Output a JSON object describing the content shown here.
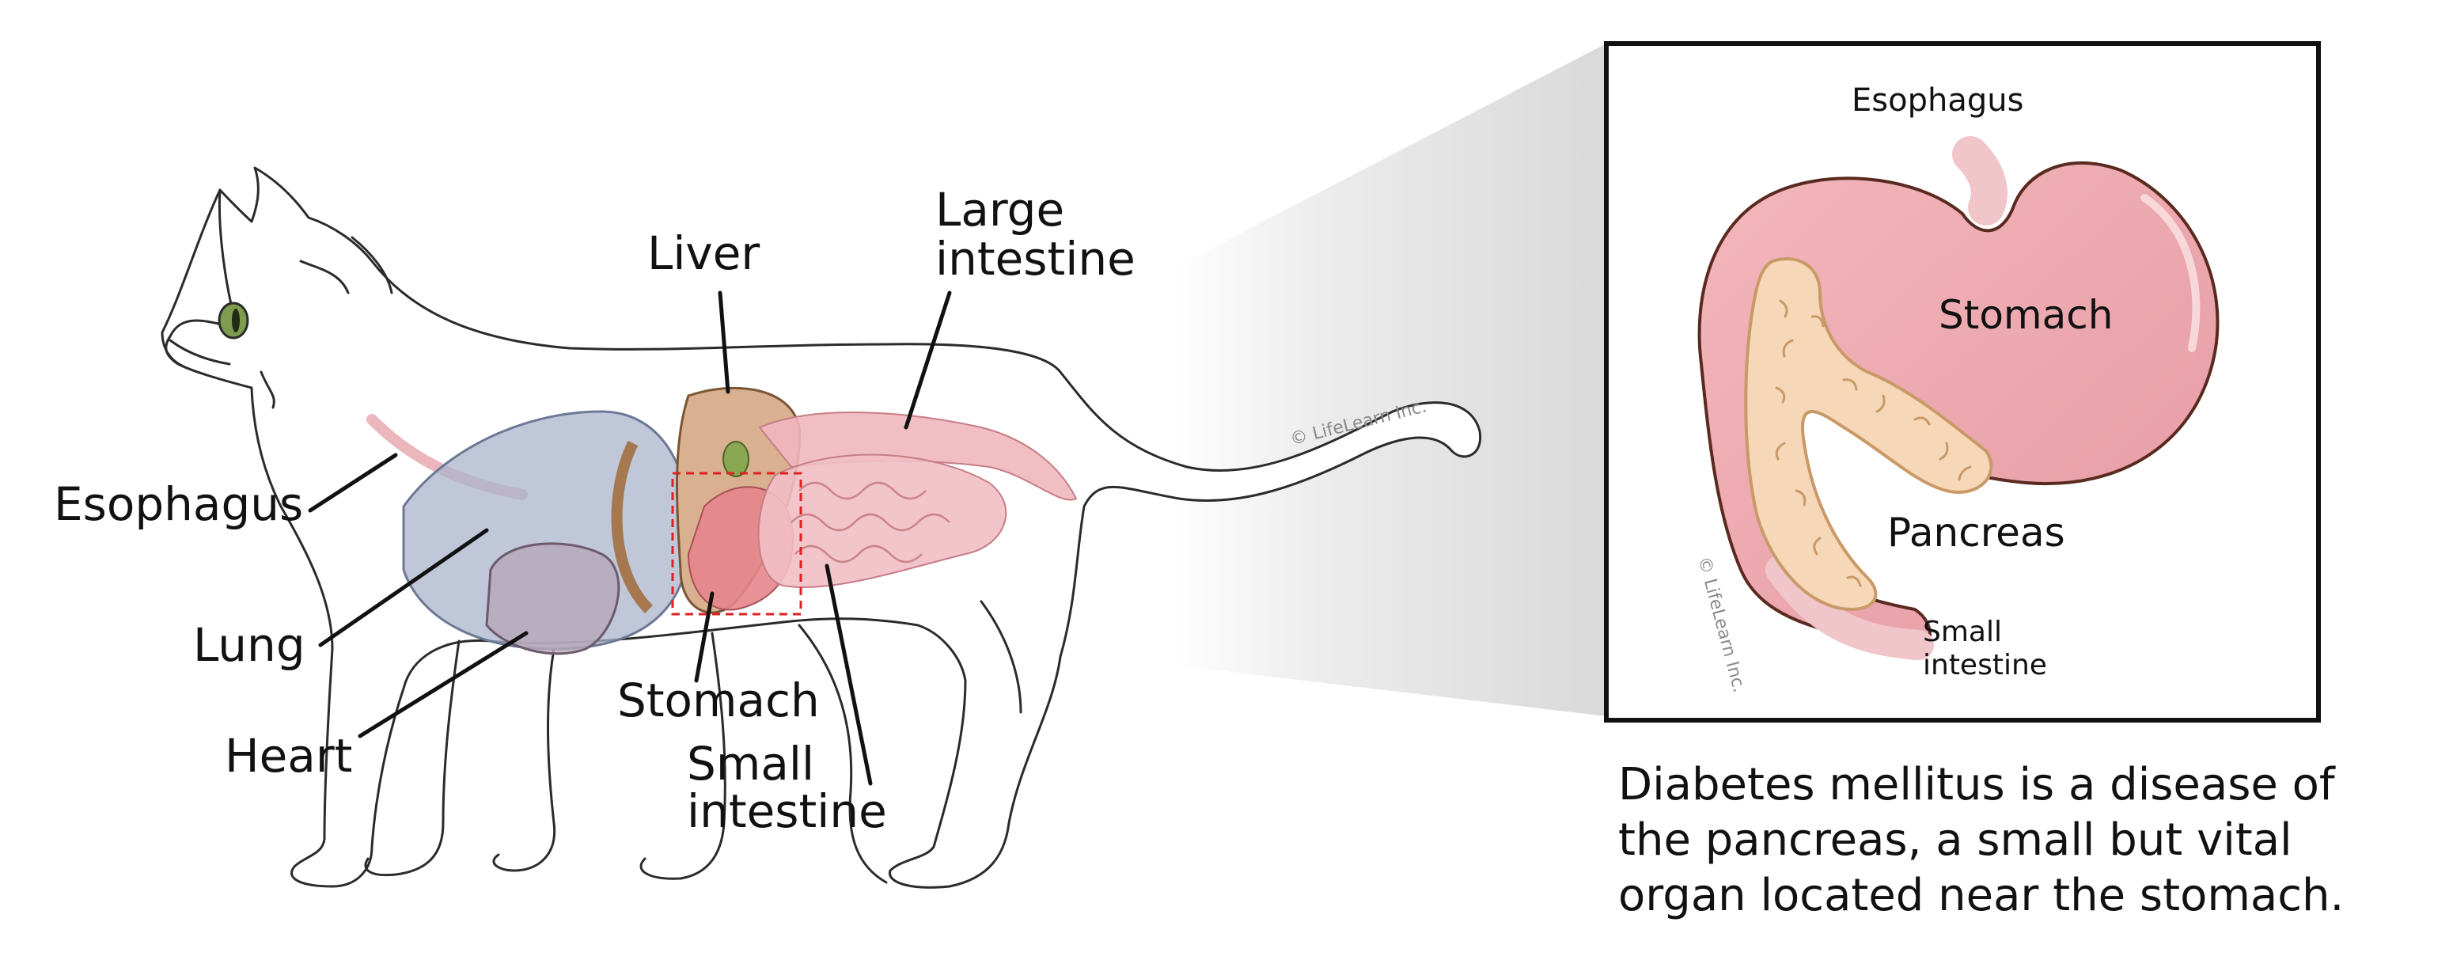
{
  "colors": {
    "outline": "#2b2b2b",
    "stomach": "#e9a7ad",
    "pancreas": "#f6d7b8",
    "lung": "#a9b4cc",
    "heart": "#b8a7b8",
    "liver": "#c79a72",
    "intestine": "#efb7bd",
    "highlight_box": "#e02020",
    "eye": "#7f9c4e"
  },
  "cat_labels": {
    "liver": "Liver",
    "large_intestine_line1": "Large",
    "large_intestine_line2": "intestine",
    "esophagus": "Esophagus",
    "lung": "Lung",
    "heart": "Heart",
    "stomach": "Stomach",
    "small_intestine_line1": "Small",
    "small_intestine_line2": "intestine"
  },
  "inset_labels": {
    "esophagus": "Esophagus",
    "stomach": "Stomach",
    "pancreas": "Pancreas",
    "small_intestine_line1": "Small",
    "small_intestine_line2": "intestine"
  },
  "watermark": "© LifeLearn Inc.",
  "caption": {
    "line1": "Diabetes mellitus is a disease of",
    "line2": "the pancreas, a small but vital",
    "line3": "organ located near the stomach."
  },
  "icons": {
    "cat": "cat-outline-icon",
    "zoom": "zoom-beam-icon"
  }
}
